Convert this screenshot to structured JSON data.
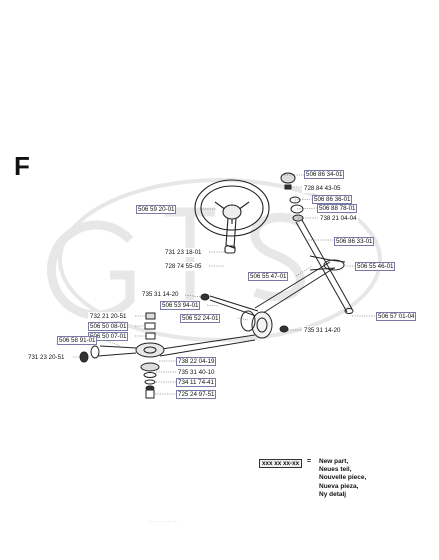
{
  "section_letter": "F",
  "parts": [
    {
      "key": "p01",
      "number": "506 86 34-01"
    },
    {
      "key": "p02",
      "number": "728 84 43-05"
    },
    {
      "key": "p03",
      "number": "506 86 36-01"
    },
    {
      "key": "p04",
      "number": "506 88 78-01"
    },
    {
      "key": "p05",
      "number": "738 21 04-04"
    },
    {
      "key": "p06",
      "number": "506 59 20-01"
    },
    {
      "key": "p07",
      "number": "506 86 33-01"
    },
    {
      "key": "p08",
      "number": "731 23 18-01"
    },
    {
      "key": "p09",
      "number": "728 74 55-05"
    },
    {
      "key": "p10",
      "number": "506 55 47-01"
    },
    {
      "key": "p11",
      "number": "506 55 46-01"
    },
    {
      "key": "p12",
      "number": "735 31 14-20"
    },
    {
      "key": "p13",
      "number": "506 57 01-04"
    },
    {
      "key": "p14",
      "number": "506 53 94-01"
    },
    {
      "key": "p15",
      "number": "506 52 24-01"
    },
    {
      "key": "p16",
      "number": "732 21 20-51"
    },
    {
      "key": "p17",
      "number": "735 31 14-20"
    },
    {
      "key": "p18",
      "number": "506 50 08-01"
    },
    {
      "key": "p19",
      "number": "506 50 07-01"
    },
    {
      "key": "p20",
      "number": "506 58 91-01"
    },
    {
      "key": "p21",
      "number": "738 22 04-19"
    },
    {
      "key": "p22",
      "number": "735 31 40-10"
    },
    {
      "key": "p23",
      "number": "734 11 74-41"
    },
    {
      "key": "p24",
      "number": "731 23 20-51"
    },
    {
      "key": "p25",
      "number": "725 24 97-51"
    }
  ],
  "legend": {
    "code": "xxx xx xx-xx",
    "equals": "=",
    "lines": [
      "New part,",
      "Neues teil,",
      "Nouvelle piece,",
      "Nueva pieza,",
      "Ny detalj"
    ]
  },
  "footer_note": "· · · · · · · · · · · · ·"
}
